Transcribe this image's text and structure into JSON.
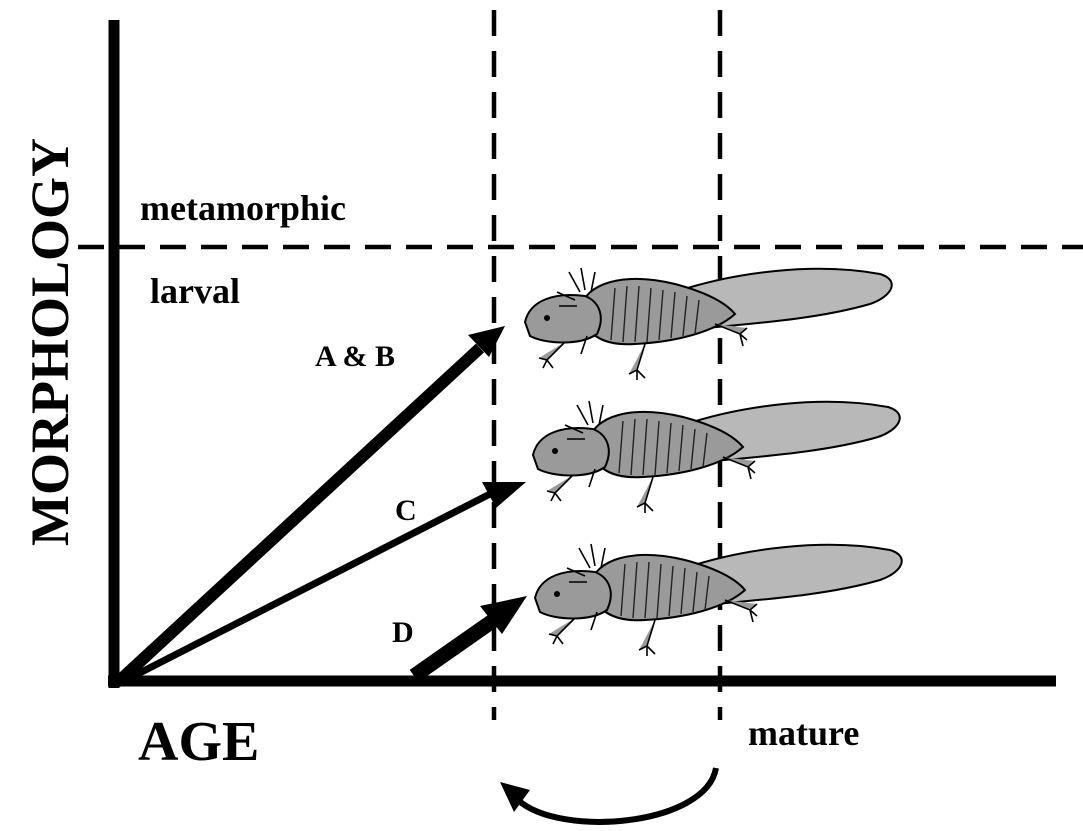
{
  "labels": {
    "y_axis": "MORPHOLOGY",
    "x_axis": "AGE",
    "metamorphic": "metamorphic",
    "larval": "larval",
    "mature": "mature"
  },
  "arrows": [
    {
      "label": "A & B"
    },
    {
      "label": "C"
    },
    {
      "label": "D"
    }
  ],
  "illustrations": [
    "axolotl-larva",
    "axolotl-larva",
    "axolotl-larva"
  ],
  "colors": {
    "ink": "#000000",
    "background": "#ffffff",
    "animal_fill": "#9a9a9a"
  }
}
